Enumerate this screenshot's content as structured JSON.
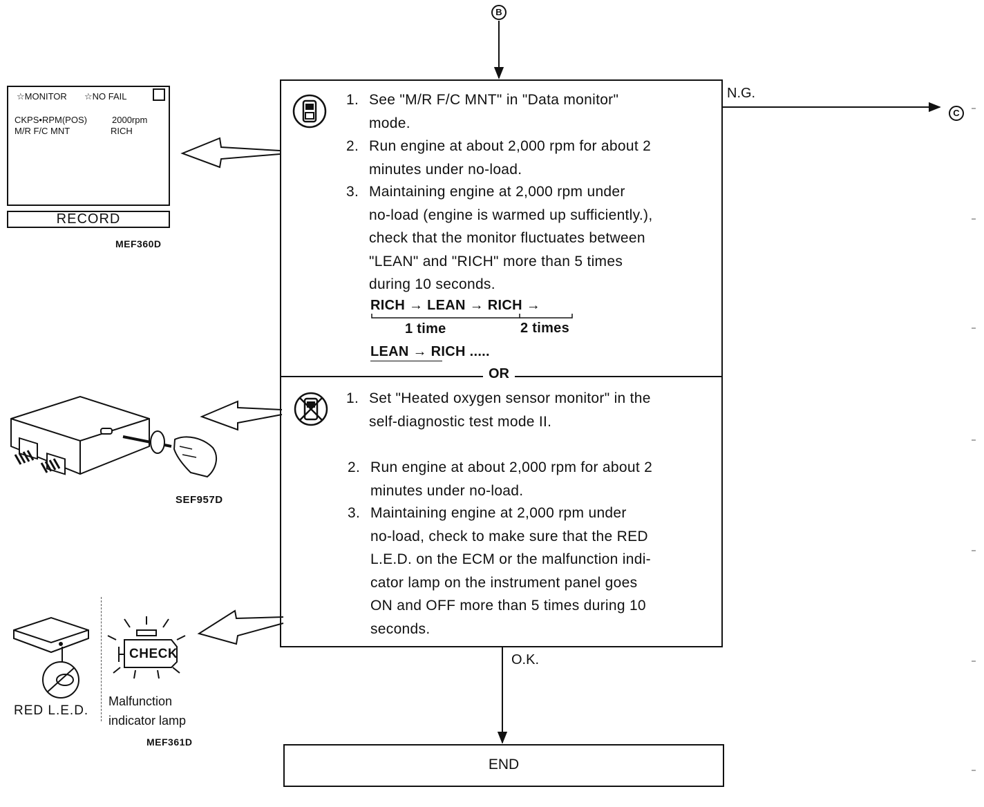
{
  "connectors": {
    "top": "B",
    "ng_target": "C"
  },
  "flow": {
    "ng_label": "N.G.",
    "ok_label": "O.K.",
    "end_label": "END",
    "or_label": "OR"
  },
  "monitor": {
    "header_left": "☆MONITOR",
    "header_right": "☆NO FAIL",
    "rows": [
      {
        "name": "CKPS•RPM(POS)",
        "value": "2000rpm"
      },
      {
        "name": "M/R F/C MNT",
        "value": "RICH"
      }
    ],
    "button": "RECORD",
    "ref": "MEF360D"
  },
  "section_consult": {
    "icon": "consult-tester-icon",
    "steps": [
      {
        "num": "1.",
        "lines": [
          "See \"M/R F/C MNT\" in \"Data monitor\"",
          "mode."
        ]
      },
      {
        "num": "2.",
        "lines": [
          "Run engine at about 2,000 rpm for about 2",
          "minutes under no-load."
        ]
      },
      {
        "num": "3.",
        "lines": [
          "Maintaining engine at 2,000 rpm under",
          "no-load (engine is warmed up sufficiently.),",
          "check that the monitor fluctuates between",
          "\"LEAN\" and \"RICH\" more than 5 times",
          "during 10 seconds."
        ]
      }
    ],
    "sequence": {
      "line1": "RICH → LEAN → RICH →",
      "time1": "1 time",
      "time2": "2 times",
      "line2": "LEAN → RICH ....."
    }
  },
  "section_nontool": {
    "icon": "no-tool-icon",
    "steps": [
      {
        "num": "1.",
        "lines": [
          "Set \"Heated oxygen sensor monitor\" in the",
          "self-diagnostic test mode II."
        ]
      },
      {
        "num": "2.",
        "lines": [
          "Run engine at about 2,000 rpm for about 2",
          "minutes under no-load."
        ]
      },
      {
        "num": "3.",
        "lines": [
          "Maintaining engine at 2,000 rpm under",
          "no-load, check to make sure that the RED",
          "L.E.D. on the ECM or the malfunction indi-",
          "cator lamp on the instrument panel goes",
          "ON and OFF more than 5 times during 10",
          "seconds."
        ]
      }
    ]
  },
  "ecm_illustration": {
    "ref": "SEF957D"
  },
  "indicator_illustration": {
    "led_label": "RED L.E.D.",
    "check_text": "CHECK",
    "mil_label_line1": "Malfunction",
    "mil_label_line2": "indicator lamp",
    "ref": "MEF361D"
  }
}
